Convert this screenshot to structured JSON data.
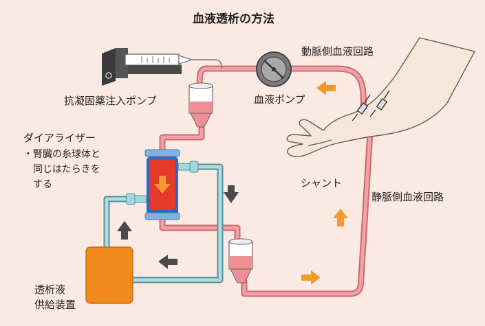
{
  "title": "血液透析の方法",
  "labels": {
    "arterial_circuit": "動脈側血液回路",
    "blood_pump": "血液ポンプ",
    "anticoagulant_pump": "抗凝固薬注入ポンプ",
    "dialyzer": "ダイアライザー",
    "dialyzer_note": [
      "・腎臓の糸球体と",
      "同じはたらきを",
      "する"
    ],
    "shunt": "シャント",
    "venous_circuit": "静脈側血液回路",
    "dialysate_supply": [
      "透析液",
      "供給装置"
    ]
  },
  "colors": {
    "background": "#fbe9e3",
    "blood_tube": "#e88a8f",
    "dialysate_tube": "#9fd9dc",
    "blood_arrow": "#f39a2c",
    "dialysate_arrow": "#4a4a4a",
    "supply_unit": "#f08a1c",
    "dialyzer_body": "#e83a2a",
    "dialyzer_shell": "#2f66c8",
    "skin": "#f5e6d8"
  },
  "icons": [
    "syringe-pump-icon",
    "blood-pump-icon",
    "arm-icon",
    "drip-chamber-icon",
    "dialyzer-icon",
    "supply-unit-icon",
    "flow-arrow-icon"
  ]
}
